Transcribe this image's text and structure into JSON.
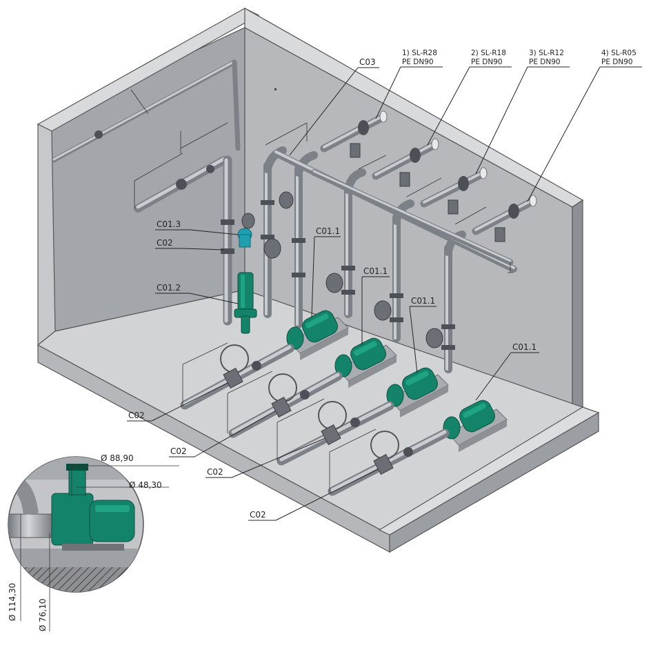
{
  "outlet_labels": [
    {
      "line1": "1) SL-R28",
      "line2": "PE DN90"
    },
    {
      "line1": "2) SL-R18",
      "line2": "PE DN90"
    },
    {
      "line1": "3) SL-R12",
      "line2": "PE DN90"
    },
    {
      "line1": "4) SL-R05",
      "line2": "PE DN90"
    }
  ],
  "callouts": {
    "c03": "C03",
    "c01_3": "C01.3",
    "c02_side": "C02",
    "c01_2": "C01.2",
    "c01_1_a": "C01.1",
    "c01_1_b": "C01.1",
    "c01_1_c": "C01.1",
    "c01_1_d": "C01.1",
    "c02_a": "C02",
    "c02_b": "C02",
    "c02_c": "C02",
    "c02_d": "C02"
  },
  "detail_dimensions": {
    "d1": "Ø 88,90",
    "d2": "Ø 48,30",
    "d3": "Ø 114,30",
    "d4": "Ø 76,10"
  },
  "colors": {
    "pump_green": "#13846a",
    "wall_grey": "#9da0a4",
    "floor_grey": "#cfd0d2",
    "pipe_grey": "#9a9ea4"
  }
}
